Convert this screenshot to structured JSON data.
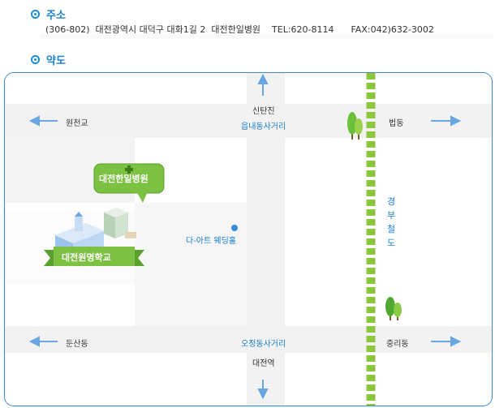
{
  "sections": [
    {
      "title": "주소"
    },
    {
      "title": "약도"
    }
  ],
  "address": {
    "text": "(306-802)  대전광역시 대덕구 대화1길 2  대전한일병원    TEL:620-8114      FAX:042)632-3002"
  },
  "map": {
    "landmarks": {
      "hospital": "대전한일병원",
      "school": "대전원명학교",
      "wedding": "다-아트 웨딩홀"
    },
    "places": {
      "north_top": "신탄진",
      "north_intersection": "읍내동사거리",
      "west_upper": "원천교",
      "east_upper": "법동",
      "railway": "경부철도",
      "west_lower": "둔산동",
      "south_intersection": "오정동사거리",
      "south_bottom": "대전역",
      "east_lower": "중리동"
    },
    "colors": {
      "frame": "#3b8ad6",
      "road": "#dcdcdc",
      "block": "#ffffff",
      "railway": "#8cc63f",
      "arrow": "#6aa6e0",
      "label_blue": "#1a7fcf"
    }
  }
}
